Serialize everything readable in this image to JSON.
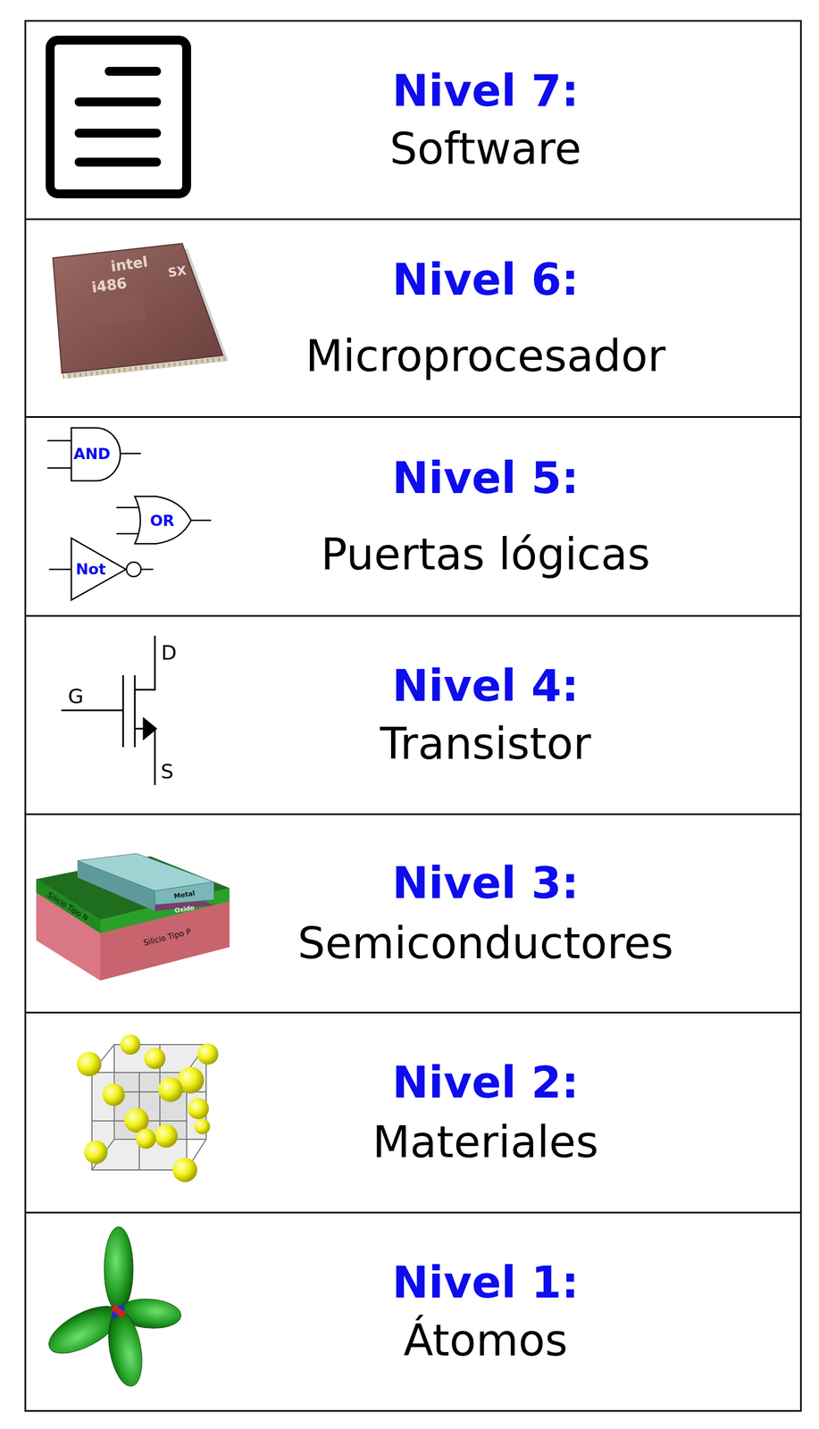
{
  "diagram": {
    "nodes": [
      {
        "text": [
          "Nivel 7:",
          "Software"
        ]
      },
      {
        "text": [
          "Nivel 6:",
          "Microprocesador"
        ]
      },
      {
        "text": [
          "Nivel 5:",
          "Puertas lógicas"
        ]
      },
      {
        "text": [
          "Nivel 4:",
          "Transistor"
        ]
      },
      {
        "text": [
          "Nivel 3:",
          "Semiconductores"
        ]
      },
      {
        "text": [
          "Nivel 2:",
          "Materiales"
        ]
      },
      {
        "text": [
          "Nivel 1:",
          "Átomos"
        ]
      }
    ],
    "labels": [
      "intel",
      "i486",
      "SX",
      "AND",
      "OR",
      "Not",
      "D",
      "G",
      "S",
      "Metal",
      "Oxido",
      "Silicio Tipo N",
      "Silicio Tipo P"
    ]
  }
}
